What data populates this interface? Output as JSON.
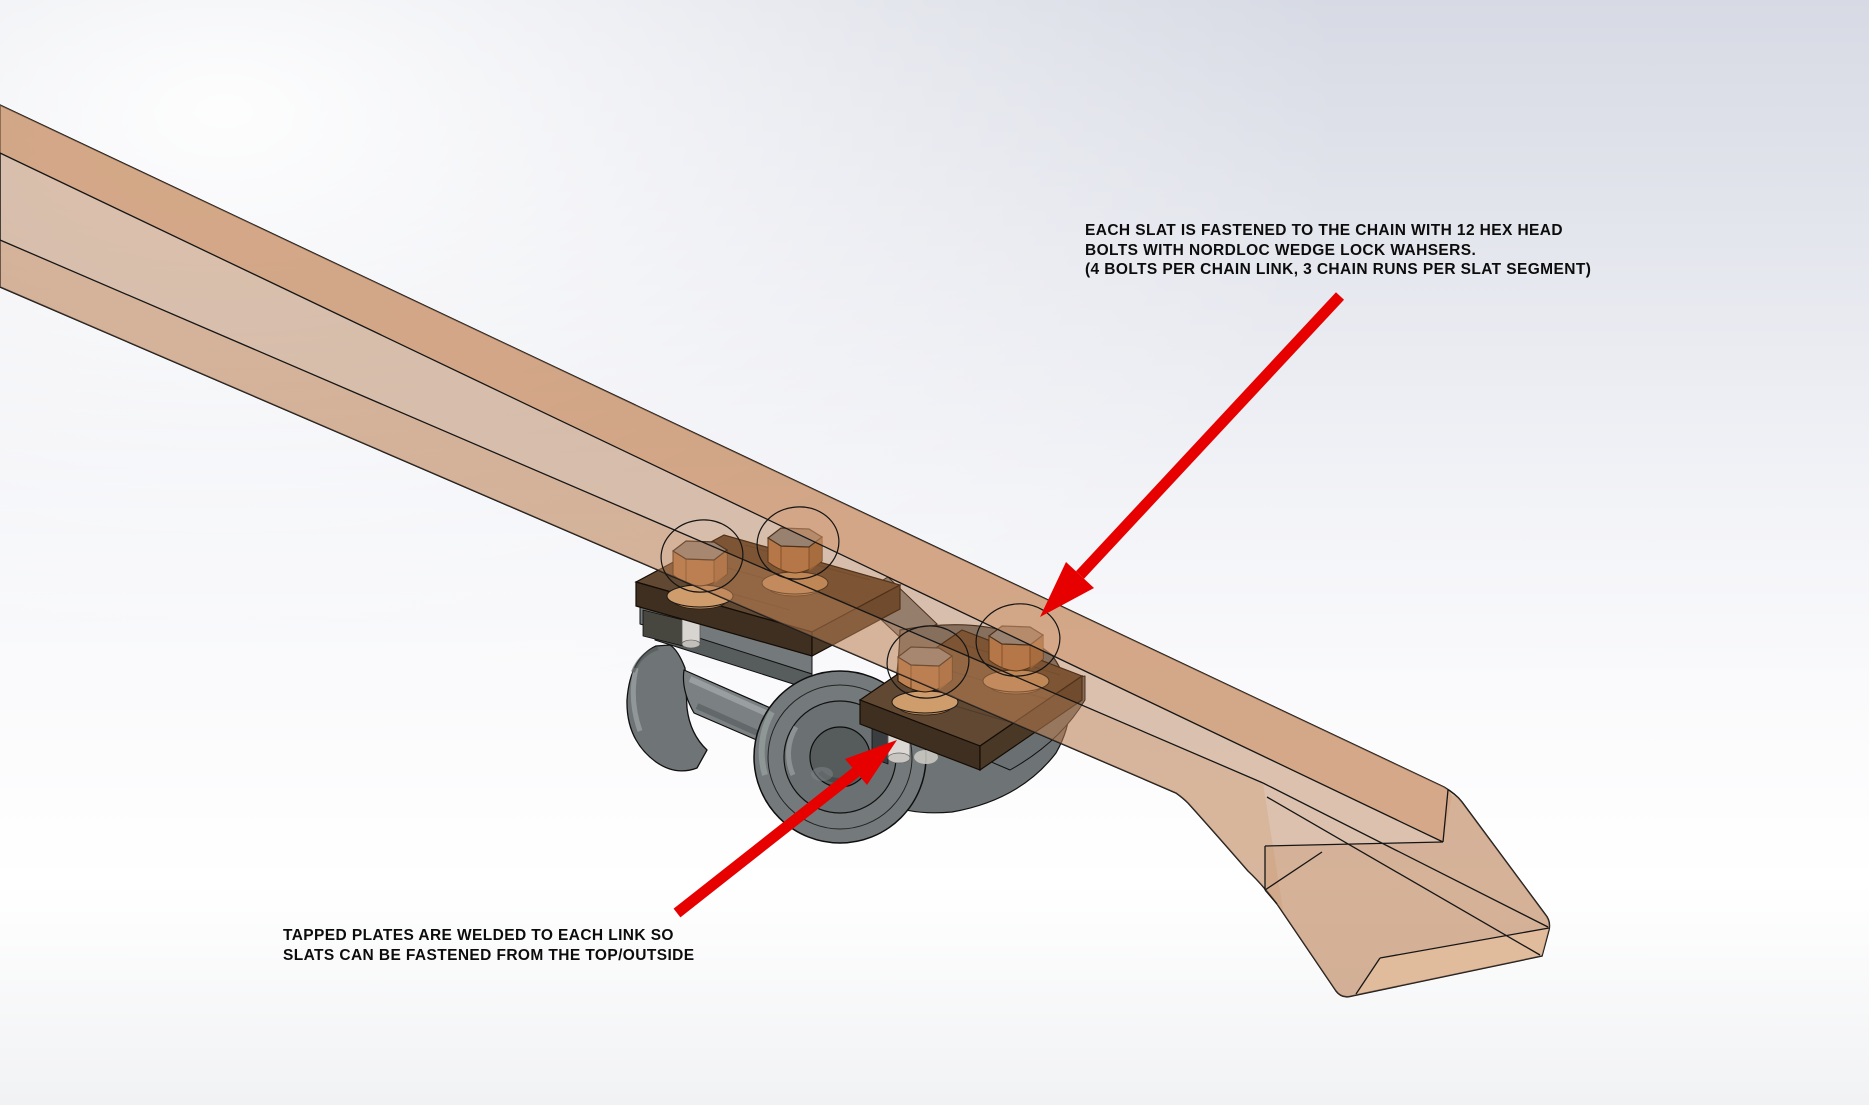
{
  "annotations": {
    "bolt_note": {
      "lines": [
        "EACH SLAT IS FASTENED TO THE CHAIN WITH 12 HEX HEAD",
        "BOLTS WITH NORDLOC WEDGE LOCK WAHSERS.",
        "(4 BOLTS PER CHAIN LINK, 3 CHAIN RUNS PER SLAT SEGMENT)"
      ]
    },
    "plate_note": {
      "lines": [
        "TAPPED PLATES ARE WELDED TO EACH LINK SO",
        "SLATS CAN BE FASTENED FROM THE TOP/OUTSIDE"
      ]
    }
  },
  "colors": {
    "annotation_text": "#0c0c0c",
    "arrow_red": "#e60000",
    "slat_tan": "#d2a98b",
    "plate_brown": "#604832",
    "link_gray": "#747a7b",
    "bolt_copper": "#bd8152",
    "edge_line": "#161616",
    "background_top": "#d7dae4",
    "background_bottom": "#f1f2f4"
  }
}
